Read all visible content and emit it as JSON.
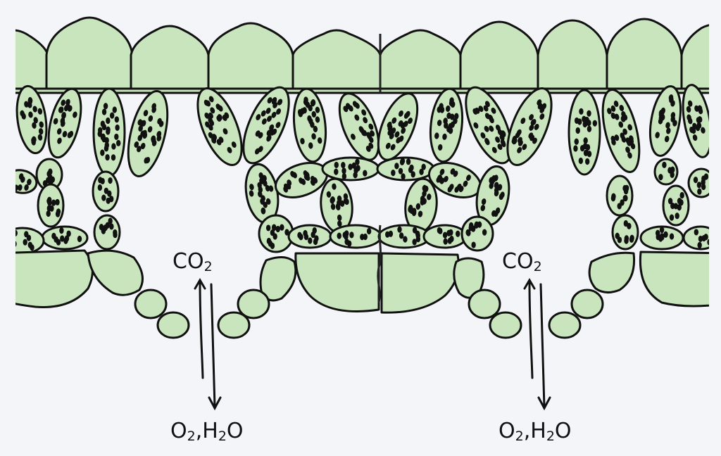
{
  "diagram": {
    "colors": {
      "cell_fill": "#c9e5bd",
      "outline": "#111111",
      "background": "#f4f5f8"
    },
    "gas_labels": [
      {
        "id": "left",
        "top_main": "CO",
        "top_sub": "2",
        "bottom_o": "O",
        "bottom_o_sub": "2",
        "bottom_sep": ",H",
        "bottom_h_sub": "2",
        "bottom_end": "O"
      },
      {
        "id": "right",
        "top_main": "CO",
        "top_sub": "2",
        "bottom_o": "O",
        "bottom_o_sub": "2",
        "bottom_sep": ",H",
        "bottom_h_sub": "2",
        "bottom_end": "O"
      }
    ]
  }
}
